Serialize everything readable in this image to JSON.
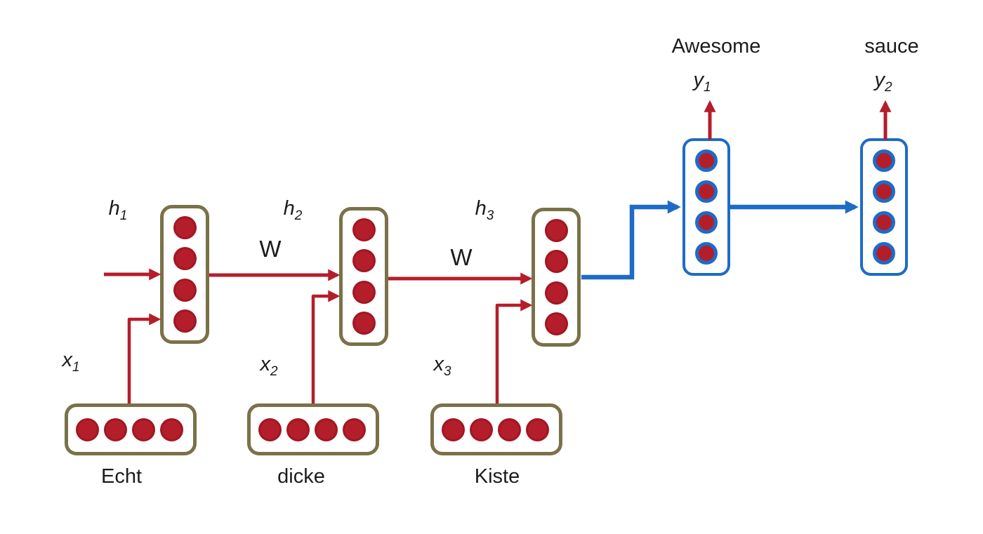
{
  "colors": {
    "red": "#b41e2a",
    "olive": "#7b7148",
    "blue": "#1e6bc7",
    "text": "#1c1c1c",
    "background": "#ffffff"
  },
  "diagram_type": "recurrent neural network encoder-decoder (sequence-to-sequence)",
  "encoder": {
    "steps": [
      {
        "hidden_main": "h",
        "hidden_sub": "1",
        "input_main": "x",
        "input_sub": "1",
        "word": "Echt"
      },
      {
        "hidden_main": "h",
        "hidden_sub": "2",
        "input_main": "x",
        "input_sub": "2",
        "word": "dicke"
      },
      {
        "hidden_main": "h",
        "hidden_sub": "3",
        "input_main": "x",
        "input_sub": "3",
        "word": "Kiste"
      }
    ],
    "weight_label_1": "W",
    "weight_label_2": "W"
  },
  "decoder": {
    "steps": [
      {
        "word": "Awesome",
        "output_main": "y",
        "output_sub": "1"
      },
      {
        "word": "sauce",
        "output_main": "y",
        "output_sub": "2"
      }
    ]
  }
}
